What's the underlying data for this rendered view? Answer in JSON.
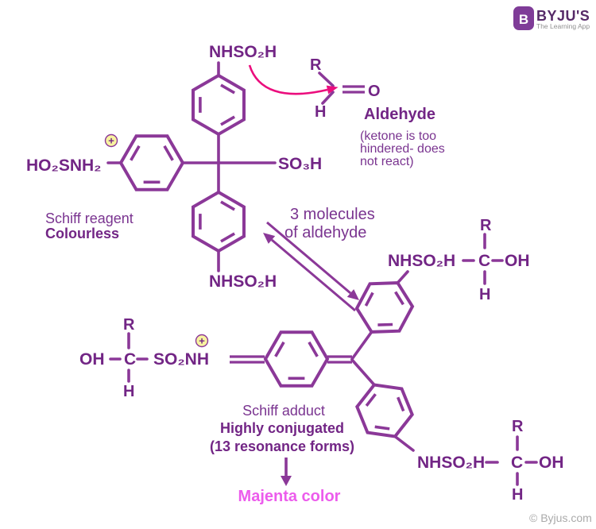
{
  "colors": {
    "structure": "#8b3898",
    "text": "#722585",
    "caption": "#7a3490",
    "arrow_pink": "#eb0d7d",
    "magenta": "#ec5cec",
    "charge_yellow": "#f8f3a0",
    "brand_purple": "#7f3c98"
  },
  "logo": {
    "brand": "BYJU'S",
    "tagline": "The Learning App",
    "icon_letter": "B"
  },
  "footer": {
    "copyright": "© Byjus.com"
  },
  "reactant": {
    "top_group": "NHSO₂H",
    "left_group": "HO₂SNH₂",
    "right_group": "SO₃H",
    "bottom_group": "NHSO₂H",
    "charge": "+",
    "name": "Schiff reagent",
    "state": "Colourless"
  },
  "aldehyde": {
    "r": "R",
    "o": "O",
    "h": "H",
    "name": "Aldehyde",
    "note_line1": "(ketone is too",
    "note_line2": "hindered- does",
    "note_line3": "not react)"
  },
  "reaction": {
    "condition_line1": "3 molecules",
    "condition_line2": "of aldehyde"
  },
  "adduct": {
    "left_group": {
      "oh": "OH",
      "c": "C",
      "so2nh": "SO₂NH",
      "r": "R",
      "h": "H",
      "charge": "+"
    },
    "top_right_group": {
      "nhso2h": "NHSO₂H",
      "c": "C",
      "oh": "OH",
      "r": "R",
      "h": "H"
    },
    "bottom_right_group": {
      "nhso2h": "NHSO₂H",
      "c": "C",
      "oh": "OH",
      "r": "R",
      "h": "H"
    },
    "name": "Schiff adduct",
    "property": "Highly conjugated",
    "resonance": "(13 resonance forms)",
    "result": "Majenta color"
  }
}
